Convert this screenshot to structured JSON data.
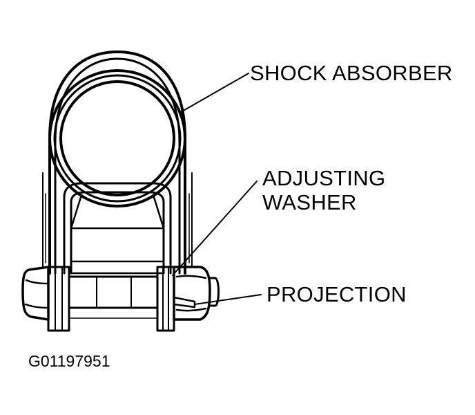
{
  "labels": {
    "shock_absorber": "SHOCK ABSORBER",
    "adjusting_line1": "ADJUSTING",
    "adjusting_line2": "WASHER",
    "projection": "PROJECTION"
  },
  "figure_code": "G01197951"
}
